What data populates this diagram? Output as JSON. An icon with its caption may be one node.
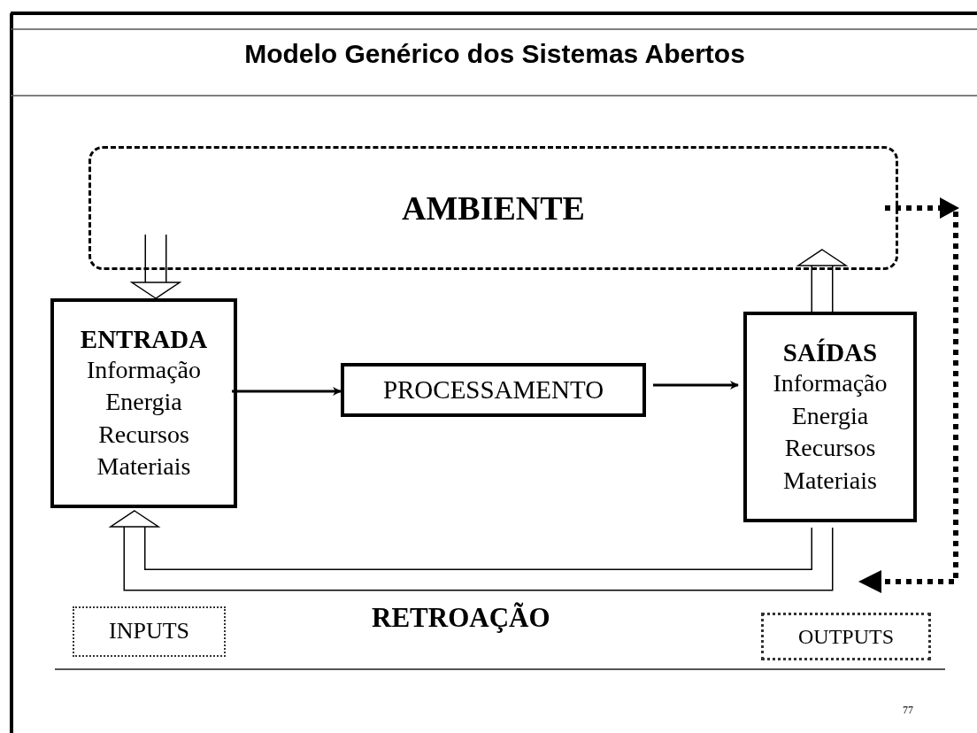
{
  "diagram": {
    "title": "Modelo Genérico dos Sistemas Abertos",
    "nodes": [
      {
        "text": [
          "AMBIENTE"
        ]
      },
      {
        "text": [
          "ENTRADA",
          "Informação Energia Recursos Materiais"
        ]
      },
      {
        "text": [
          "PROCESSAMENTO"
        ]
      },
      {
        "text": [
          "SAÍDAS",
          "Informação Energia Recursos Materiais"
        ]
      },
      {
        "text": [
          "INPUTS"
        ]
      },
      {
        "text": [
          "OUTPUTS"
        ]
      }
    ],
    "edges": [
      {
        "from": 0,
        "to": 1,
        "arrow": "to",
        "style": "thick"
      },
      {
        "from": 1,
        "to": 2,
        "arrow": "to"
      },
      {
        "from": 2,
        "to": 3,
        "arrow": "to"
      },
      {
        "from": 3,
        "to": 0,
        "arrow": "to",
        "style": "thick"
      },
      {
        "from": 3,
        "to": 1,
        "arrow": "to",
        "style": "thick"
      },
      {
        "from": 0,
        "to": null,
        "arrow": "to",
        "style": "dashed"
      }
    ],
    "labels": [
      "RETROAÇÃO",
      "77"
    ]
  }
}
